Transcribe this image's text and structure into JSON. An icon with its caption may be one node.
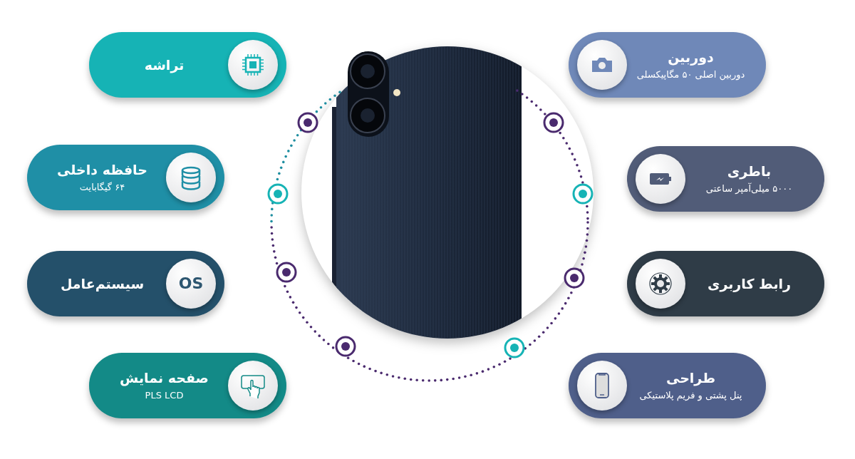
{
  "diagram": {
    "nodes": [
      {
        "text": [
          "تراشه"
        ]
      },
      {
        "text": [
          "حافظه داخلی",
          "۶۴ گیگابایت"
        ]
      },
      {
        "text": [
          "سیستم‌عامل"
        ]
      },
      {
        "text": [
          "صفحه نمایش",
          "PLS LCD"
        ]
      },
      {
        "text": [
          "دوربین",
          "دوربین اصلی ۵۰ مگاپیکسلی"
        ]
      },
      {
        "text": [
          "باطری",
          "۵۰۰۰ میلی‌آمپر ساعتی"
        ]
      },
      {
        "text": [
          "رابط کاربری"
        ]
      },
      {
        "text": [
          "طراحی",
          "پنل پشتی و فریم پلاستیکی"
        ]
      }
    ],
    "labels": [
      "OS"
    ]
  }
}
